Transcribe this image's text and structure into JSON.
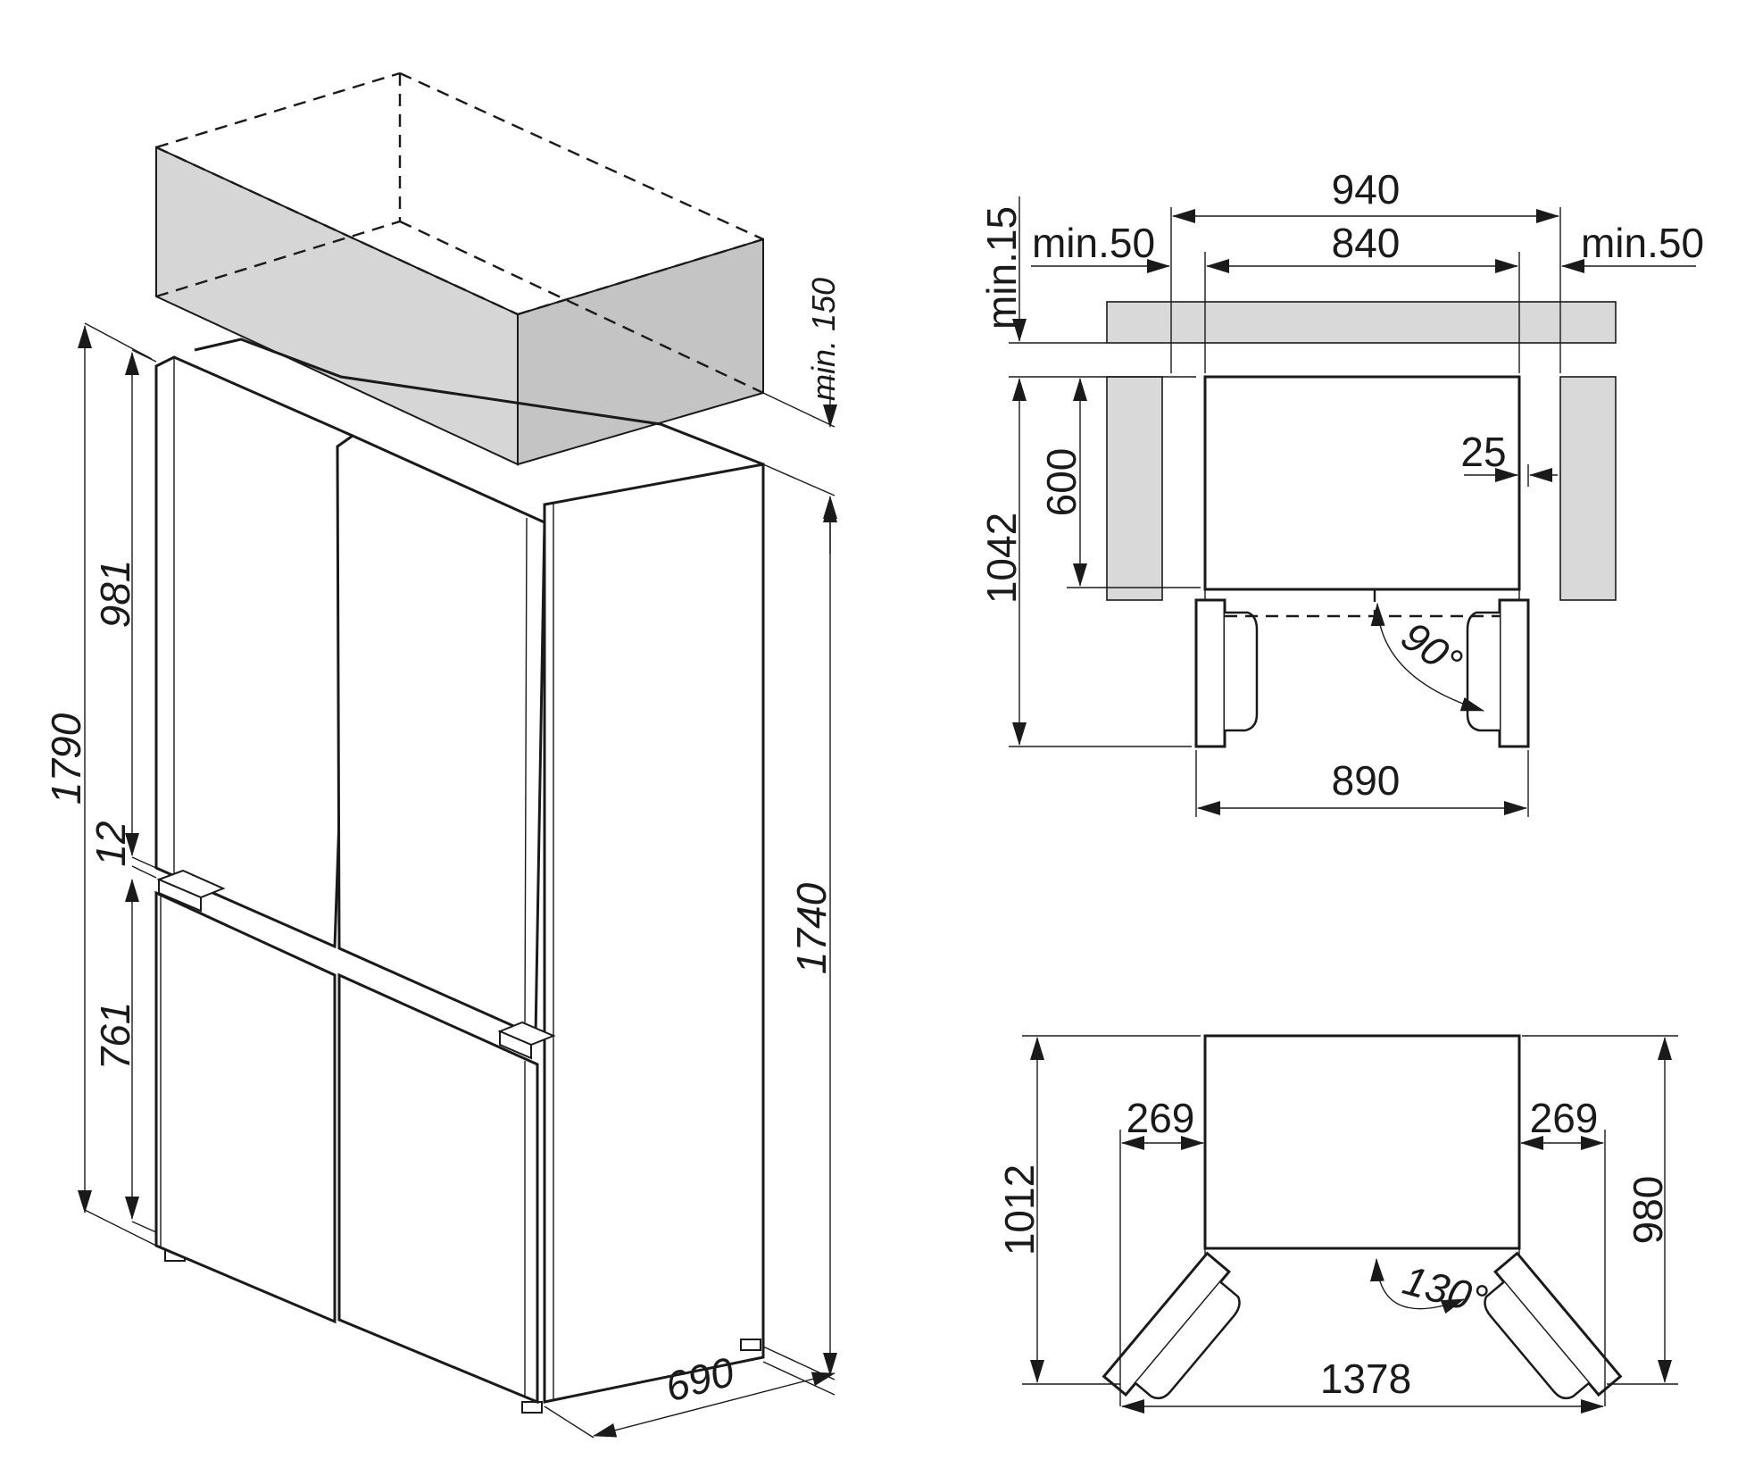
{
  "iso_view": {
    "overall_height": "1790",
    "upper_door_height": "981",
    "gap": "12",
    "lower_door_height": "761",
    "body_height": "1740",
    "depth": "690",
    "top_clearance": "min. 150"
  },
  "top_view_90": {
    "wall_width": "940",
    "niche_width": "840",
    "side_clear_left": "min.50",
    "side_clear_right": "min.50",
    "back_clear": "min.15",
    "body_depth": "600",
    "total_depth": "1042",
    "door_offset": "25",
    "door_angle": "90°",
    "open_width": "890"
  },
  "top_view_130": {
    "side_left": "269",
    "side_right": "269",
    "total_depth": "1012",
    "depth_right": "980",
    "door_angle": "130°",
    "open_width": "1378"
  }
}
